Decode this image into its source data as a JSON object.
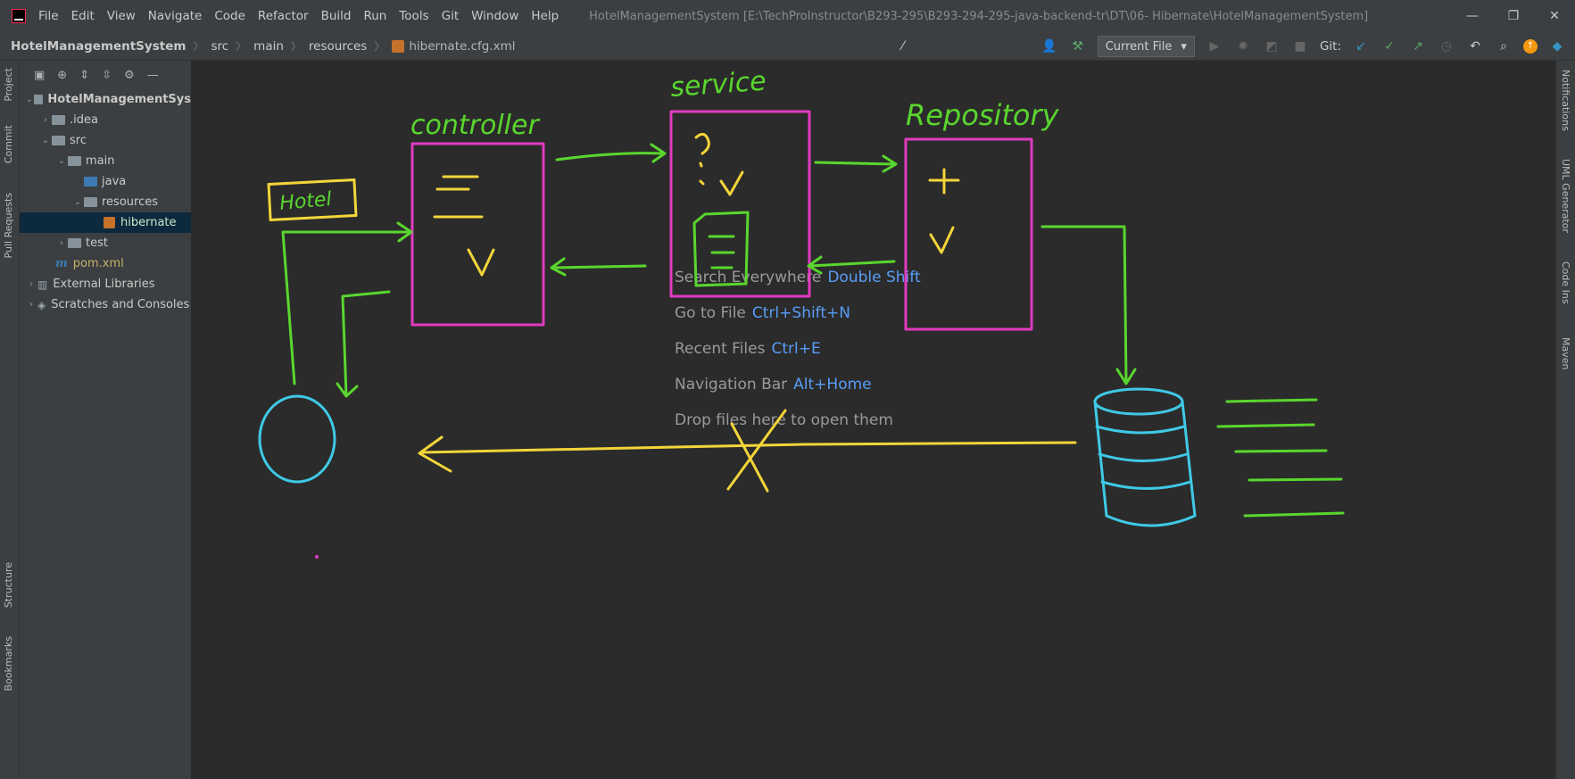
{
  "window": {
    "title": "HotelManagementSystem [E:\\TechProInstructor\\B293-295\\B293-294-295-java-backend-tr\\DT\\06- Hibernate\\HotelManagementSystem]"
  },
  "menu": [
    "File",
    "Edit",
    "View",
    "Navigate",
    "Code",
    "Refactor",
    "Build",
    "Run",
    "Tools",
    "Git",
    "Window",
    "Help"
  ],
  "breadcrumb": [
    "HotelManagementSystem",
    "src",
    "main",
    "resources",
    "hibernate.cfg.xml"
  ],
  "toolbar": {
    "run_config": "Current File",
    "git_label": "Git:"
  },
  "left_tabs": [
    "Project",
    "Commit",
    "Pull Requests",
    "Structure",
    "Bookmarks"
  ],
  "right_tabs": [
    "Notifications",
    "UML Generator",
    "Code Ins",
    "Maven"
  ],
  "project_tree": [
    {
      "label": "HotelManagementSys",
      "type": "project"
    },
    {
      "label": ".idea",
      "type": "folder"
    },
    {
      "label": "src",
      "type": "folder"
    },
    {
      "label": "main",
      "type": "folder"
    },
    {
      "label": "java",
      "type": "source-folder"
    },
    {
      "label": "resources",
      "type": "resources-folder"
    },
    {
      "label": "hibernate",
      "type": "config-file"
    },
    {
      "label": "test",
      "type": "folder"
    },
    {
      "label": "pom.xml",
      "type": "maven-file"
    },
    {
      "label": "External Libraries",
      "type": "libraries"
    },
    {
      "label": "Scratches and Consoles",
      "type": "scratches"
    }
  ],
  "editor_hints": [
    {
      "action": "Search Everywhere",
      "shortcut": "Double Shift"
    },
    {
      "action": "Go to File",
      "shortcut": "Ctrl+Shift+N"
    },
    {
      "action": "Recent Files",
      "shortcut": "Ctrl+E"
    },
    {
      "action": "Navigation Bar",
      "shortcut": "Alt+Home"
    },
    {
      "action": "Drop files here to open them",
      "shortcut": ""
    }
  ],
  "drawing": {
    "labels": {
      "controller": "controller",
      "service": "service",
      "repository": "Repository",
      "hotel": "Hotel"
    },
    "colors": {
      "green": "#5ad62e",
      "magenta": "#e23ac0",
      "yellow": "#f3d53a",
      "cyan": "#3fc9e6"
    }
  }
}
